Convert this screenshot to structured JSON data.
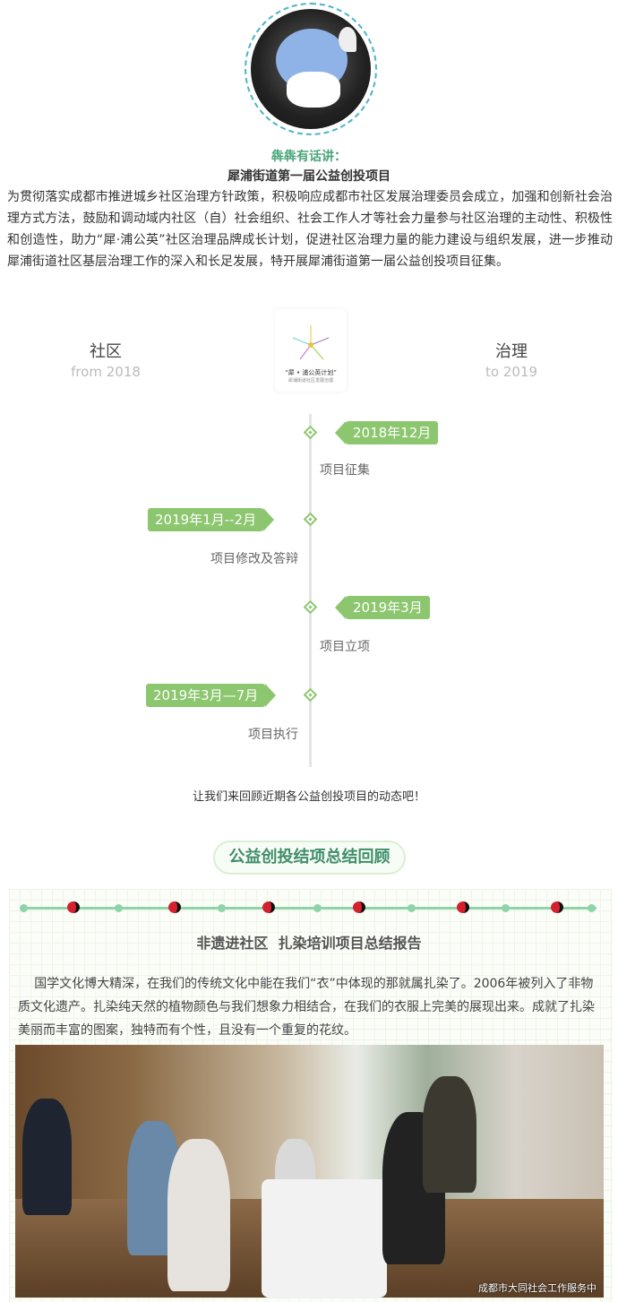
{
  "intro": {
    "label": "犇犇有话讲：",
    "title": "犀浦街道第一届公益创投项目",
    "paragraph": "为贯彻落实成都市推进城乡社区治理方针政策，积极响应成都市社区发展治理委员会成立，加强和创新社会治理方式方法，鼓励和调动域内社区（自）社会组织、社会工作人才等社会力量参与社区治理的主动性、积极性和创造性，助力“犀·浦公英”社区治理品牌成长计划，促进社区治理力量的能力建设与组织发展，进一步推动犀浦街道社区基层治理工作的深入和长足发展，特开展犀浦街道第一届公益创投项目征集。"
  },
  "banner": {
    "left": "社区",
    "left_sub": "from 2018",
    "right": "治理",
    "right_sub": "to 2019",
    "logo_text": "“犀 • 浦公英计划”",
    "logo_sub": "犀浦街道社区发展治理"
  },
  "timeline": [
    {
      "date": "2018年12月",
      "desc": "项目征集"
    },
    {
      "date": "2019年1月--2月",
      "desc": "项目修改及答辩"
    },
    {
      "date": "2019年3月",
      "desc": "项目立项"
    },
    {
      "date": "2019年3月—7月",
      "desc": "项目执行"
    }
  ],
  "review_text": "让我们来回顾近期各公益创投项目的动态吧！",
  "section_title": "公益创投结项总结回顾",
  "summary": {
    "title": "非遗进社区  扎染培训项目总结报告",
    "paragraph": "国学文化博大精深，在我们的传统文化中能在我们“衣”中体现的那就属扎染了。2006年被列入了非物质文化遗产。扎染纯天然的植物颜色与我们想象力相结合，在我们的衣服上完美的展现出来。成就了扎染美丽而丰富的图案，独特而有个性，且没有一个重复的花纹。",
    "watermark": "成都市大同社会工作服务中"
  },
  "colors": {
    "accent": "#8cc66e",
    "teal": "#4aa57a"
  }
}
